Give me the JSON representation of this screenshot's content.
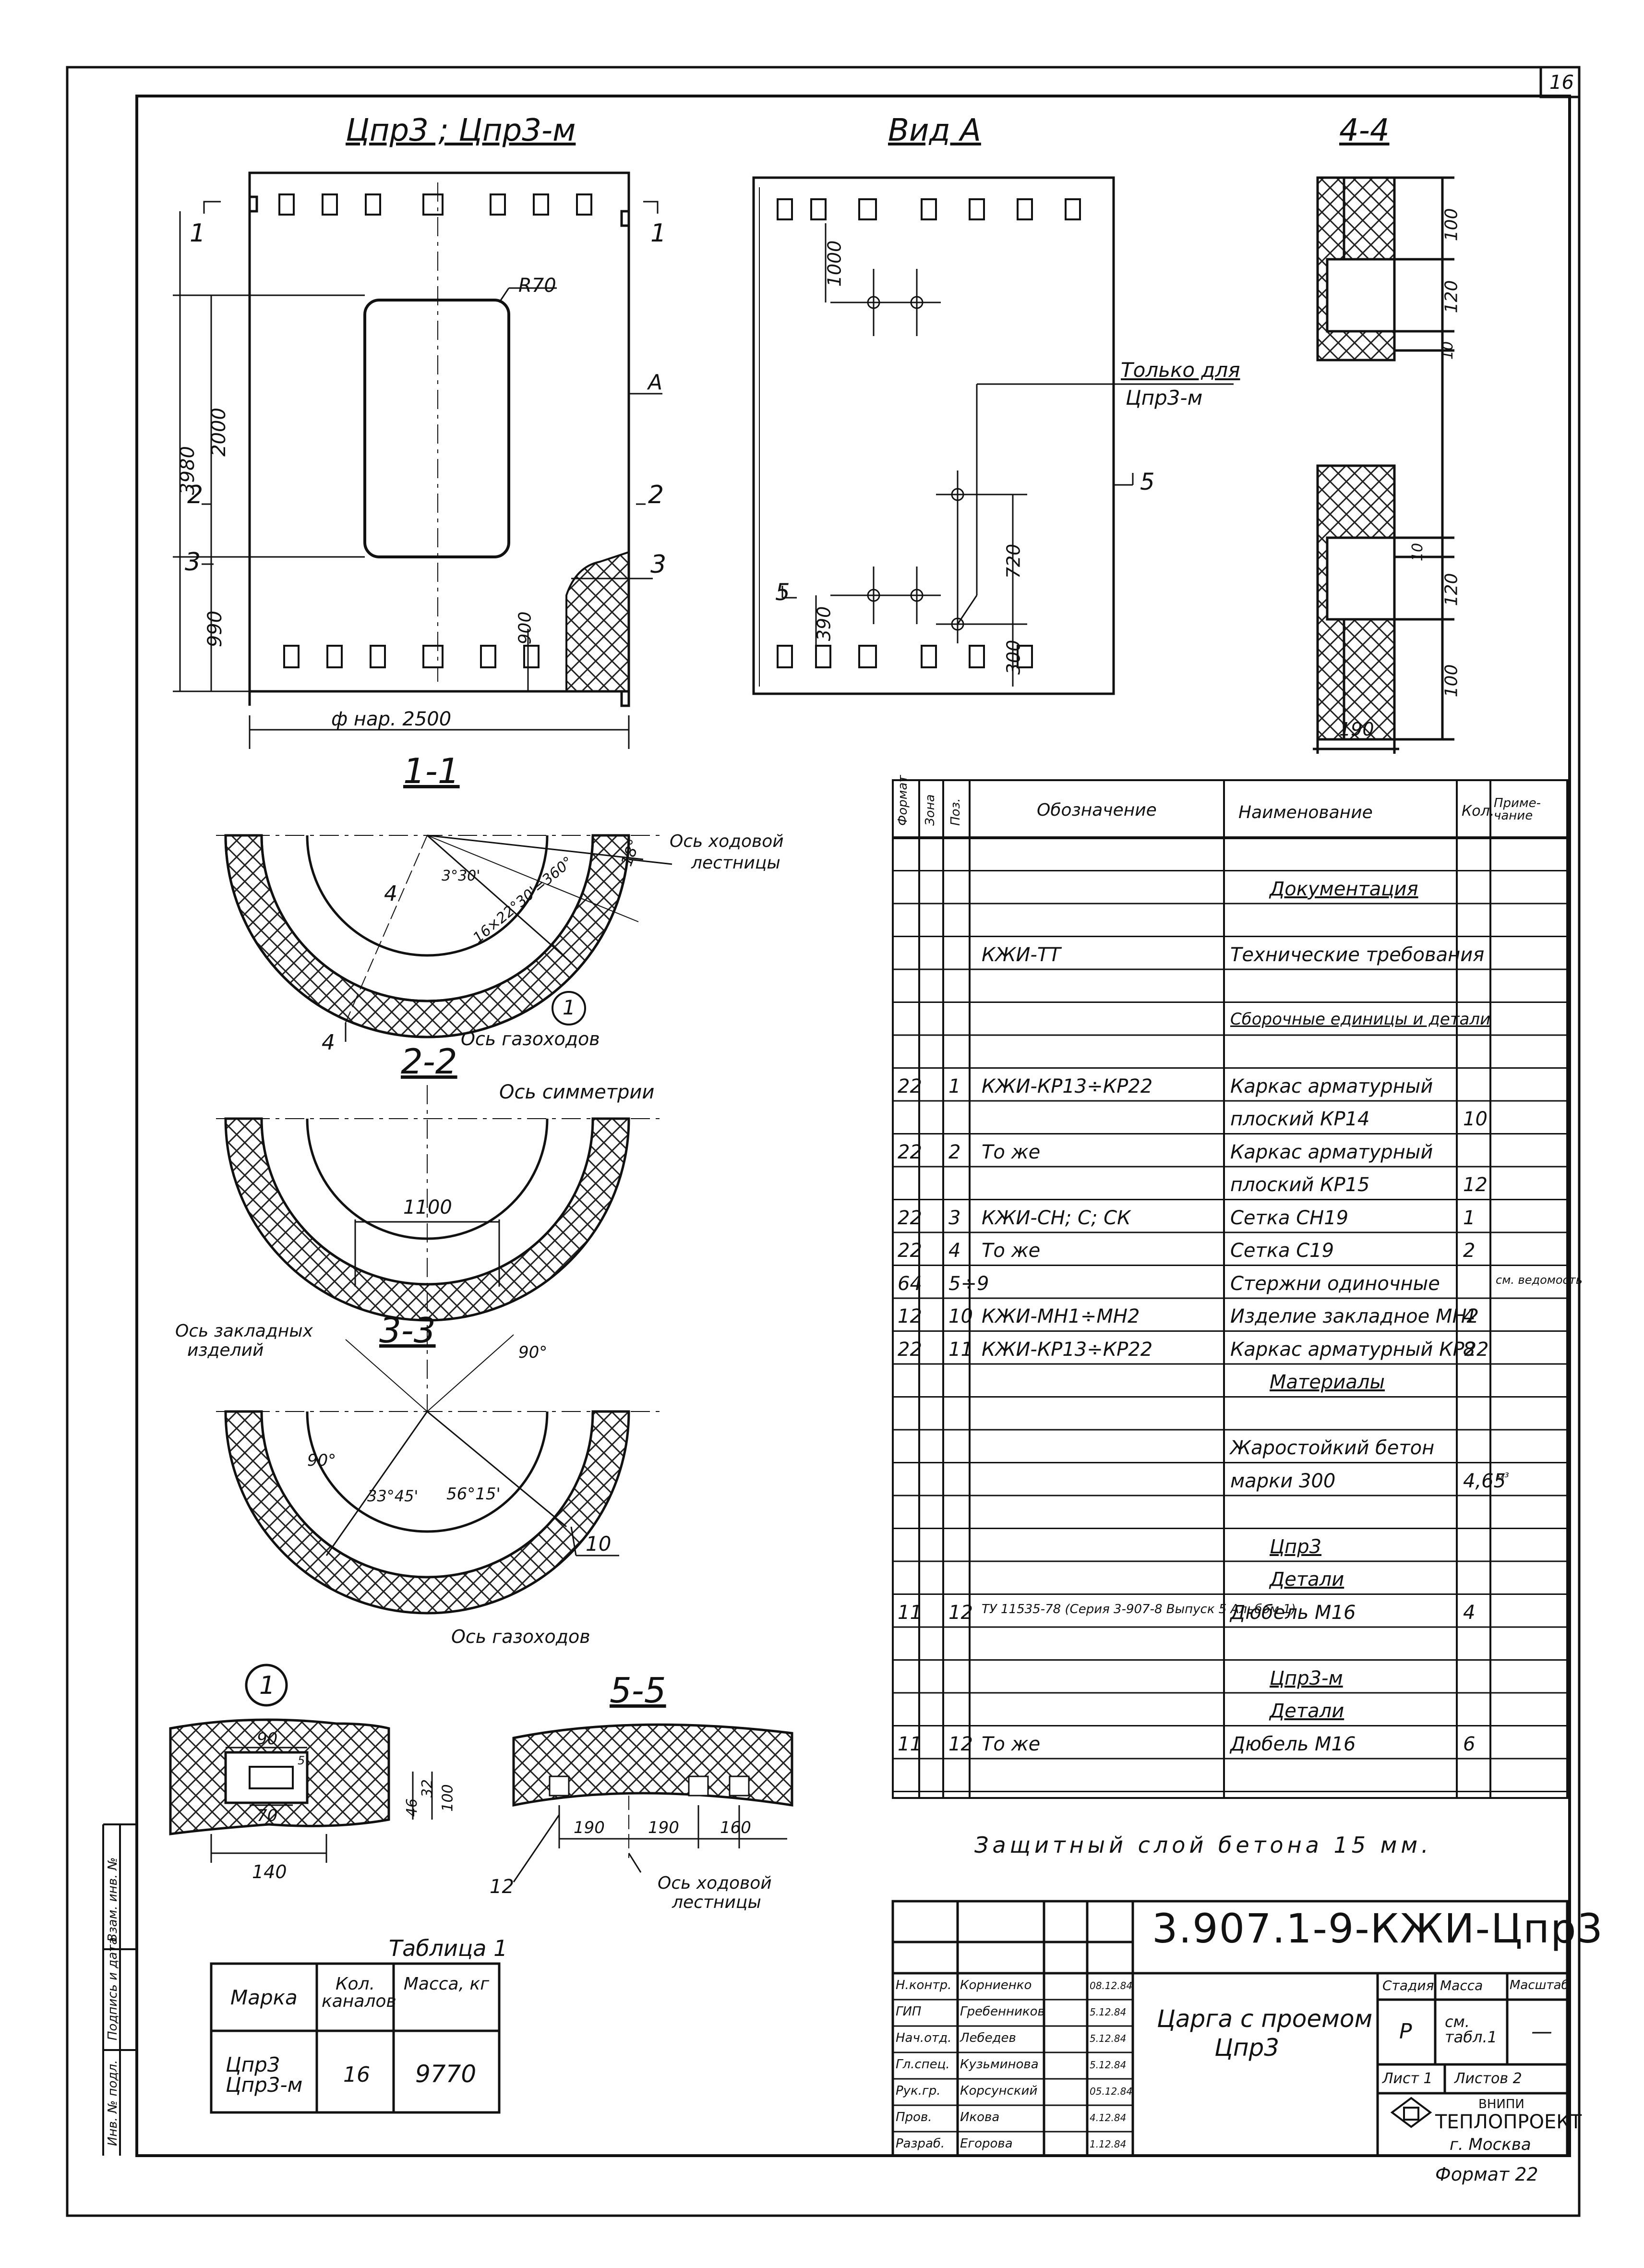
{
  "sheet": {
    "number": "16",
    "format": "Формат 22"
  },
  "views": {
    "front_title": "Цпр3 ; Цпр3-м",
    "vid_a_title": "Вид А",
    "sec44_title": "4-4",
    "sec11_title": "1-1",
    "sec22_title": "2-2",
    "sec33_title": "3-3",
    "node1_title": "1",
    "sec55_title": "5-5"
  },
  "front": {
    "r70": "R70",
    "dim_3980": "3980",
    "dim_2000": "2000",
    "dim_990": "990",
    "dim_900": "900",
    "dim_dia": "ф нар. 2500",
    "cut1": "1",
    "cut2": "2",
    "cut3": "3",
    "arrow_a": "А"
  },
  "vid_a": {
    "dim_1000": "1000",
    "dim_720": "720",
    "dim_390": "390",
    "dim_300": "300",
    "only_for_1": "Только для",
    "only_for_2": "Цпр3-м",
    "cut5": "5"
  },
  "sec44": {
    "d100a": "100",
    "d120a": "120",
    "d10a": "10",
    "d10b": "10",
    "d120b": "120",
    "d100b": "100",
    "d190": "190"
  },
  "sec11": {
    "ladder_axis_1": "Ось ходовой",
    "ladder_axis_2": "лестницы",
    "angle_18": "18°",
    "angle_30": "3°30'",
    "angle_16": "16×22°30'=360°",
    "gas_axis": "Ось газоходов",
    "cut4": "4",
    "callout": "1"
  },
  "sec22": {
    "sym_axis": "Ось симметрии",
    "dim_1100": "1100"
  },
  "sec33": {
    "emb_axis_1": "Ось закладных",
    "emb_axis_2": "изделий",
    "angle_90a": "90°",
    "angle_90b": "90°",
    "angle_33": "33°45'",
    "angle_56": "56°15'",
    "pos_10": "10",
    "gas_axis": "Ось газоходов"
  },
  "node1": {
    "d90": "90",
    "d70": "70",
    "d140": "140",
    "d46": "46",
    "d32": "32",
    "d100": "100",
    "d5": "5"
  },
  "sec55": {
    "d190a": "190",
    "d190b": "190",
    "d160": "160",
    "pos12": "12",
    "ladder_1": "Ось ходовой",
    "ladder_2": "лестницы"
  },
  "spec": {
    "headers": [
      "Формат",
      "Зона",
      "Поз.",
      "Обозначение",
      "Наименование",
      "Кол.",
      "Приме-чание"
    ],
    "rows": [
      [
        "",
        "",
        "",
        "",
        "",
        "",
        ""
      ],
      [
        "",
        "",
        "",
        "",
        "Документация",
        "",
        ""
      ],
      [
        "",
        "",
        "",
        "",
        "",
        "",
        ""
      ],
      [
        "",
        "",
        "",
        "КЖИ-ТТ",
        "Технические требования",
        "",
        ""
      ],
      [
        "",
        "",
        "",
        "",
        "",
        "",
        ""
      ],
      [
        "",
        "",
        "",
        "",
        "Сборочные единицы и детали",
        "",
        ""
      ],
      [
        "",
        "",
        "",
        "",
        "",
        "",
        ""
      ],
      [
        "22",
        "",
        "1",
        "КЖИ-КР13÷КР22",
        "Каркас арматурный",
        "",
        ""
      ],
      [
        "",
        "",
        "",
        "",
        "плоский КР14",
        "10",
        ""
      ],
      [
        "22",
        "",
        "2",
        "То же",
        "Каркас арматурный",
        "",
        ""
      ],
      [
        "",
        "",
        "",
        "",
        "плоский КР15",
        "12",
        ""
      ],
      [
        "22",
        "",
        "3",
        "КЖИ-СН; С; СК",
        "Сетка СН19",
        "1",
        ""
      ],
      [
        "22",
        "",
        "4",
        "То же",
        "Сетка С19",
        "2",
        ""
      ],
      [
        "64",
        "",
        "5÷9",
        "",
        "Стержни одиночные",
        "",
        "см. ведомость"
      ],
      [
        "12",
        "",
        "10",
        "КЖИ-МН1÷МН2",
        "Изделие закладное МН2",
        "4",
        ""
      ],
      [
        "22",
        "",
        "11",
        "КЖИ-КР13÷КР22",
        "Каркас арматурный КР22",
        "8",
        ""
      ],
      [
        "",
        "",
        "",
        "",
        "Материалы",
        "",
        ""
      ],
      [
        "",
        "",
        "",
        "",
        "",
        "",
        ""
      ],
      [
        "",
        "",
        "",
        "",
        "Жаростойкий бетон",
        "",
        ""
      ],
      [
        "",
        "",
        "",
        "",
        "марки 300",
        "4,65",
        "м³"
      ],
      [
        "",
        "",
        "",
        "",
        "",
        "",
        ""
      ],
      [
        "",
        "",
        "",
        "",
        "Цпр3",
        "",
        ""
      ],
      [
        "",
        "",
        "",
        "",
        "Детали",
        "",
        ""
      ],
      [
        "11",
        "",
        "12",
        "ТУ 11535-78 (Серия 3-907-8 Выпуск 5 Альбом 1)",
        "Дюбель М16",
        "4",
        ""
      ],
      [
        "",
        "",
        "",
        "",
        "",
        "",
        ""
      ],
      [
        "",
        "",
        "",
        "",
        "Цпр3-м",
        "",
        ""
      ],
      [
        "",
        "",
        "",
        "",
        "Детали",
        "",
        ""
      ],
      [
        "11",
        "",
        "12",
        "То же",
        "Дюбель М16",
        "6",
        ""
      ],
      [
        "",
        "",
        "",
        "",
        "",
        "",
        ""
      ]
    ]
  },
  "note": "Защитный слой бетона 15 мм.",
  "table1": {
    "title": "Таблица 1",
    "headers": [
      "Марка",
      "Кол. каналов",
      "Масса, кг"
    ],
    "row": [
      "Цпр3 Цпр3-м",
      "16",
      "9770"
    ]
  },
  "stamp": {
    "code": "3.907.1-9-КЖИ-Цпр3",
    "title_1": "Царга с проемом",
    "title_2": "Цпр3",
    "stage_h": "Стадия",
    "mass_h": "Масса",
    "scale_h": "Масштаб",
    "stage": "Р",
    "mass": "см. табл.1",
    "scale": "—",
    "sheet": "Лист 1",
    "sheets": "Листов 2",
    "org_1": "ВНИПИ",
    "org_2": "ТЕПЛОПРОЕКТ",
    "org_3": "г. Москва",
    "people": [
      [
        "Н.контр.",
        "Корниенко"
      ],
      [
        "ГИП",
        "Гребенников"
      ],
      [
        "Нач.отд.",
        "Лебедев"
      ],
      [
        "Гл.спец.",
        "Кузьминова"
      ],
      [
        "Рук.гр.",
        "Корсунский"
      ],
      [
        "Пров.",
        "Икова"
      ],
      [
        "Разраб.",
        "Егорова"
      ]
    ],
    "dates": [
      "08.12.84",
      "5.12.84",
      "5.12.84",
      "5.12.84",
      "05.12.84",
      "4.12.84",
      "1.12.84"
    ]
  },
  "side_labels": [
    "Инв. № подл.",
    "Подпись и дата",
    "Взам. инв. №"
  ]
}
